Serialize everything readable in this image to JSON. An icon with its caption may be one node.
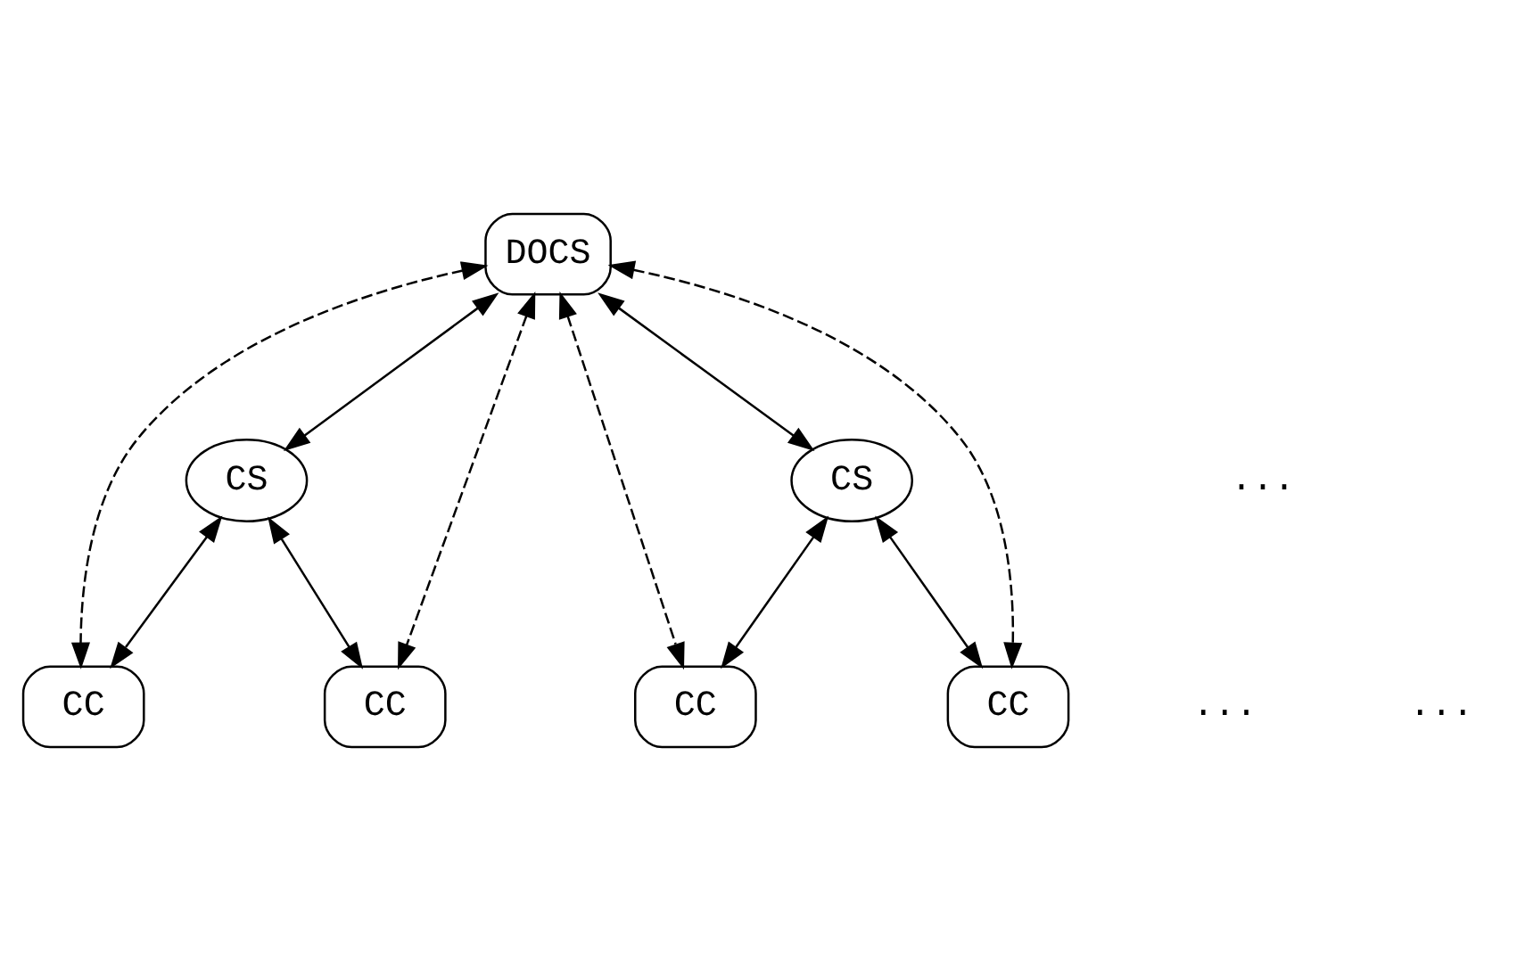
{
  "diagram": {
    "nodes": [
      {
        "text": [
          "DOCS"
        ]
      },
      {
        "text": [
          "CS"
        ]
      },
      {
        "text": [
          "CS"
        ]
      },
      {
        "text": [
          "CC"
        ]
      },
      {
        "text": [
          "CC"
        ]
      },
      {
        "text": [
          "CC"
        ]
      },
      {
        "text": [
          "CC"
        ]
      }
    ],
    "edges": [
      {
        "from": 0,
        "to": 3,
        "arrow": "both",
        "style": "dashed"
      },
      {
        "from": 0,
        "to": 1,
        "arrow": "both"
      },
      {
        "from": 0,
        "to": 4,
        "arrow": "both",
        "style": "dashed"
      },
      {
        "from": 0,
        "to": 5,
        "arrow": "both",
        "style": "dashed"
      },
      {
        "from": 0,
        "to": 2,
        "arrow": "both"
      },
      {
        "from": 0,
        "to": 6,
        "arrow": "both",
        "style": "dashed"
      },
      {
        "from": 1,
        "to": 3,
        "arrow": "both"
      },
      {
        "from": 1,
        "to": 4,
        "arrow": "both"
      },
      {
        "from": 2,
        "to": 5,
        "arrow": "both"
      },
      {
        "from": 2,
        "to": 6,
        "arrow": "both"
      }
    ],
    "labels": [
      "...",
      "...",
      "..."
    ]
  }
}
